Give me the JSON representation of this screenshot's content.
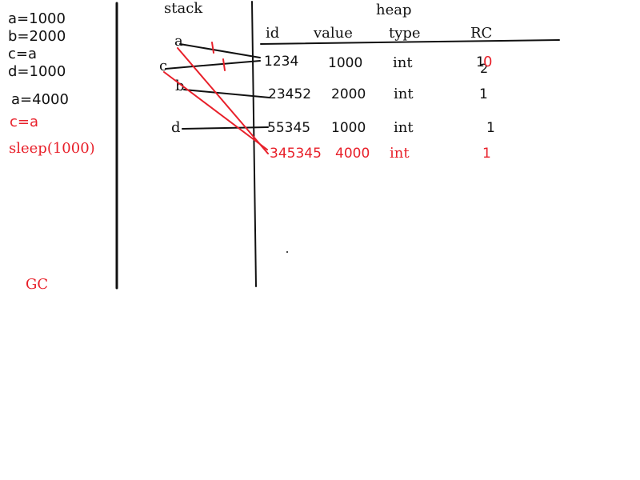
{
  "colors": {
    "black": "#111111",
    "red": "#e8202a"
  },
  "code": {
    "lines": [
      "a=1000",
      "b=2000",
      "c=a",
      "d=1000",
      "a=4000",
      "c=a",
      "sleep(1000)"
    ],
    "gc": "GC"
  },
  "stack": {
    "title": "stack",
    "vars": [
      "a",
      "c",
      "b",
      "d"
    ]
  },
  "heap": {
    "title": "heap",
    "headers": {
      "id": "id",
      "value": "value",
      "type": "type",
      "rc": "RC"
    },
    "rows": [
      {
        "id": "1234",
        "value": "1000",
        "type": "int",
        "rc_old": "1",
        "rc_mid": "2",
        "rc_new": "0"
      },
      {
        "id": "23452",
        "value": "2000",
        "type": "int",
        "rc": "1"
      },
      {
        "id": "55345",
        "value": "1000",
        "type": "int",
        "rc": "1"
      },
      {
        "id": "345345",
        "value": "4000",
        "type": "int",
        "rc": "1"
      }
    ]
  }
}
